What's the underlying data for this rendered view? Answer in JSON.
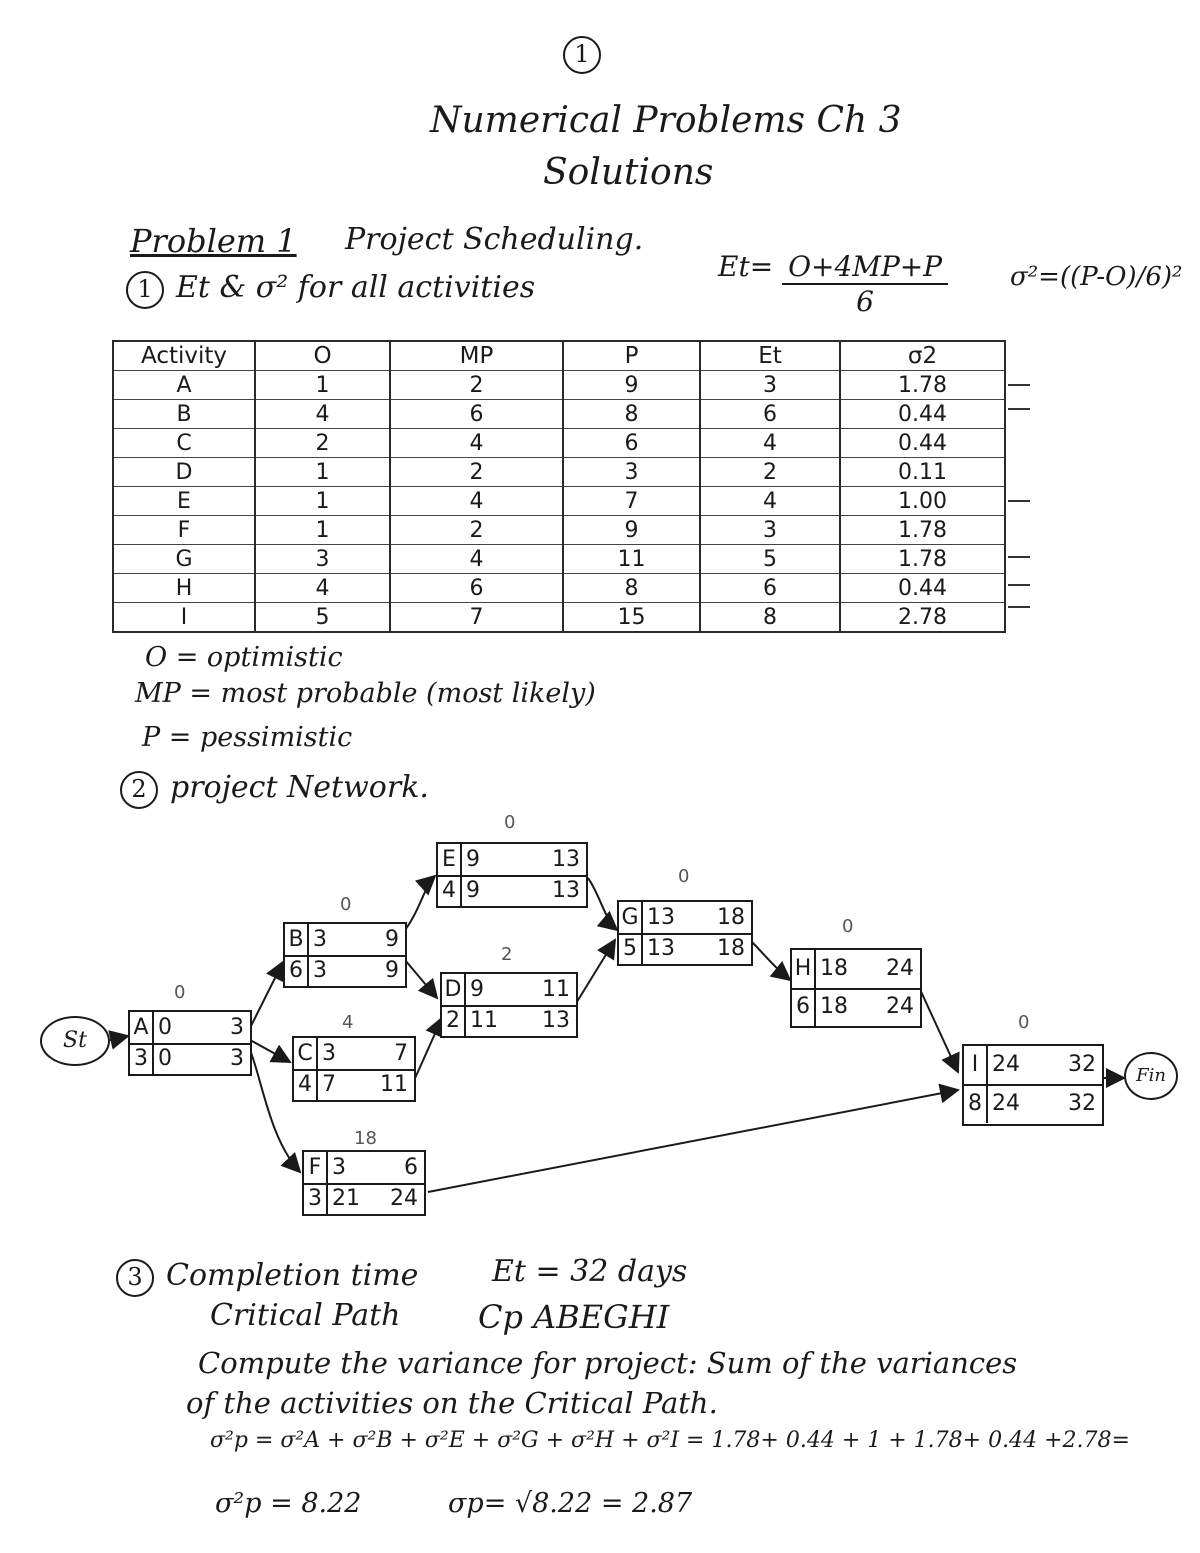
{
  "page_number": "1",
  "title": "Numerical Problems Ch 3",
  "subtitle": "Solutions",
  "problem_heading": "Problem 1",
  "problem_topic": "Project Scheduling.",
  "step1": {
    "number": "1",
    "text": "Et & σ² for all activities"
  },
  "formula_et": {
    "lhs": "Et=",
    "numerator": "O+4MP+P",
    "denominator": "6"
  },
  "formula_var": "σ²=((P-O)/6)²",
  "table": {
    "headers": [
      "Activity",
      "O",
      "MP",
      "P",
      "Et",
      "σ2"
    ],
    "rows": [
      [
        "A",
        "1",
        "2",
        "9",
        "3",
        "1.78"
      ],
      [
        "B",
        "4",
        "6",
        "8",
        "6",
        "0.44"
      ],
      [
        "C",
        "2",
        "4",
        "6",
        "4",
        "0.44"
      ],
      [
        "D",
        "1",
        "2",
        "3",
        "2",
        "0.11"
      ],
      [
        "E",
        "1",
        "4",
        "7",
        "4",
        "1.00"
      ],
      [
        "F",
        "1",
        "2",
        "9",
        "3",
        "1.78"
      ],
      [
        "G",
        "3",
        "4",
        "11",
        "5",
        "1.78"
      ],
      [
        "H",
        "4",
        "6",
        "8",
        "6",
        "0.44"
      ],
      [
        "I",
        "5",
        "7",
        "15",
        "8",
        "2.78"
      ]
    ]
  },
  "legend": [
    "O = optimistic",
    "MP = most probable (most likely)",
    "P = pessimistic"
  ],
  "step2": {
    "number": "2",
    "text": "project Network."
  },
  "network": {
    "start_label": "St",
    "finish_label": "Fin",
    "nodes": [
      {
        "id": "A",
        "dur": "3",
        "es": "0",
        "ef": "3",
        "ls": "0",
        "lf": "3",
        "slack": "0"
      },
      {
        "id": "B",
        "dur": "6",
        "es": "3",
        "ef": "9",
        "ls": "3",
        "lf": "9",
        "slack": "0"
      },
      {
        "id": "C",
        "dur": "4",
        "es": "3",
        "ef": "7",
        "ls": "7",
        "lf": "11",
        "slack": "4"
      },
      {
        "id": "F",
        "dur": "3",
        "es": "3",
        "ef": "6",
        "ls": "21",
        "lf": "24",
        "slack": "18"
      },
      {
        "id": "E",
        "dur": "4",
        "es": "9",
        "ef": "13",
        "ls": "9",
        "lf": "13",
        "slack": "0"
      },
      {
        "id": "D",
        "dur": "2",
        "es": "9",
        "ef": "11",
        "ls": "11",
        "lf": "13",
        "slack": "2"
      },
      {
        "id": "G",
        "dur": "5",
        "es": "13",
        "ef": "18",
        "ls": "13",
        "lf": "18",
        "slack": "0"
      },
      {
        "id": "H",
        "dur": "6",
        "es": "18",
        "ef": "24",
        "ls": "18",
        "lf": "24",
        "slack": "0"
      },
      {
        "id": "I",
        "dur": "8",
        "es": "24",
        "ef": "32",
        "ls": "24",
        "lf": "32",
        "slack": "0"
      }
    ]
  },
  "step3": {
    "number": "3",
    "completion_label": "Completion time",
    "completion_value": "Et = 32 days",
    "critical_label": "Critical Path",
    "critical_value": "Cp ABEGHI",
    "variance_text_1": "Compute the variance for project: Sum of the variances",
    "variance_text_2": "of the activities on the Critical Path.",
    "variance_eq": "σ²p = σ²A + σ²B + σ²E + σ²G + σ²H + σ²I = 1.78+ 0.44 + 1 + 1.78+ 0.44 +2.78=",
    "variance_result": "σ²p = 8.22",
    "sd_result": "σp= √8.22 = 2.87"
  }
}
